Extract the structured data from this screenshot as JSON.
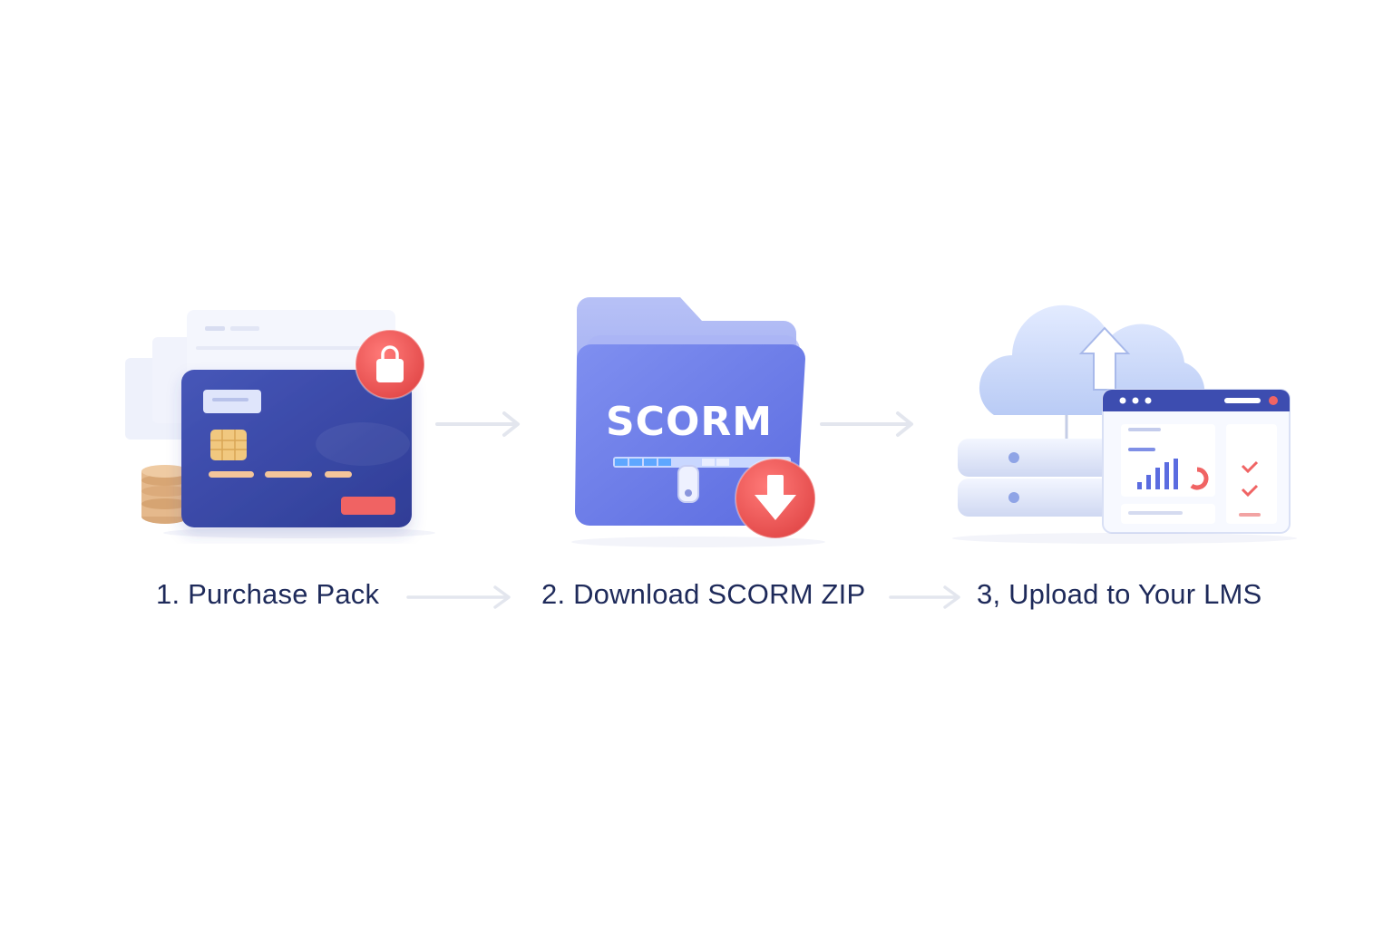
{
  "steps": [
    {
      "label": "1. Purchase Pack",
      "icon": "credit-card-icon",
      "badge_icon": "shopping-bag-icon"
    },
    {
      "label": "2. Download SCORM ZIP",
      "icon": "zip-folder-icon",
      "folder_text": "SCORM",
      "badge_icon": "download-arrow-icon"
    },
    {
      "label": "3, Upload to Your LMS",
      "icon": "cloud-upload-icon",
      "secondary_icon": "server-stack-icon",
      "tertiary_icon": "lms-dashboard-icon"
    }
  ],
  "colors": {
    "card_blue": "#3a4aa8",
    "badge_red": "#ef5a5a",
    "folder_blue": "#6f7fe8",
    "label_navy": "#1e2a5a",
    "arrow_grey": "#e3e6ee"
  }
}
